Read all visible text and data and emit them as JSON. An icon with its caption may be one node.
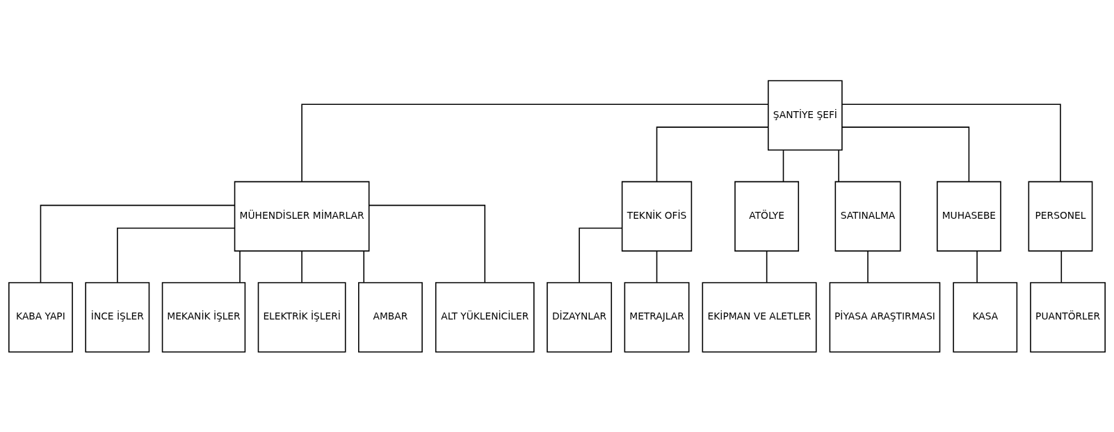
{
  "diagram": {
    "nodes": [
      {
        "text": [
          "ŞANTİYE ŞEFİ"
        ]
      },
      {
        "text": [
          "MÜHENDİSLER MİMARLAR"
        ]
      },
      {
        "text": [
          "TEKNİK OFİS"
        ]
      },
      {
        "text": [
          "ATÖLYE"
        ]
      },
      {
        "text": [
          "SATINALMA"
        ]
      },
      {
        "text": [
          "MUHASEBE"
        ]
      },
      {
        "text": [
          "PERSONEL"
        ]
      },
      {
        "text": [
          "KABA YAPI"
        ]
      },
      {
        "text": [
          "İNCE İŞLER"
        ]
      },
      {
        "text": [
          "MEKANİK İŞLER"
        ]
      },
      {
        "text": [
          "ELEKTRİK İŞLERİ"
        ]
      },
      {
        "text": [
          "AMBAR"
        ]
      },
      {
        "text": [
          "ALT YÜKLENİCİLER"
        ]
      },
      {
        "text": [
          "DİZAYNLAR"
        ]
      },
      {
        "text": [
          "METRAJLAR"
        ]
      },
      {
        "text": [
          "EKİPMAN VE ALETLER"
        ]
      },
      {
        "text": [
          "PİYASA ARAŞTIRMASI"
        ]
      },
      {
        "text": [
          "KASA"
        ]
      },
      {
        "text": [
          "PUANTÖRLER"
        ]
      }
    ],
    "edges": [
      {
        "from": 0,
        "to": 1,
        "arrow": "none"
      },
      {
        "from": 0,
        "to": 2,
        "arrow": "none"
      },
      {
        "from": 0,
        "to": 3,
        "arrow": "none"
      },
      {
        "from": 0,
        "to": 4,
        "arrow": "none"
      },
      {
        "from": 0,
        "to": 5,
        "arrow": "none"
      },
      {
        "from": 0,
        "to": 6,
        "arrow": "none"
      },
      {
        "from": 1,
        "to": 7,
        "arrow": "none"
      },
      {
        "from": 1,
        "to": 8,
        "arrow": "none"
      },
      {
        "from": 1,
        "to": 9,
        "arrow": "none"
      },
      {
        "from": 1,
        "to": 10,
        "arrow": "none"
      },
      {
        "from": 1,
        "to": 11,
        "arrow": "none"
      },
      {
        "from": 1,
        "to": 12,
        "arrow": "none"
      },
      {
        "from": 2,
        "to": 13,
        "arrow": "none"
      },
      {
        "from": 2,
        "to": 14,
        "arrow": "none"
      },
      {
        "from": 3,
        "to": 15,
        "arrow": "none"
      },
      {
        "from": 4,
        "to": 16,
        "arrow": "none"
      },
      {
        "from": 5,
        "to": 17,
        "arrow": "none"
      },
      {
        "from": 6,
        "to": 18,
        "arrow": "none"
      }
    ]
  }
}
